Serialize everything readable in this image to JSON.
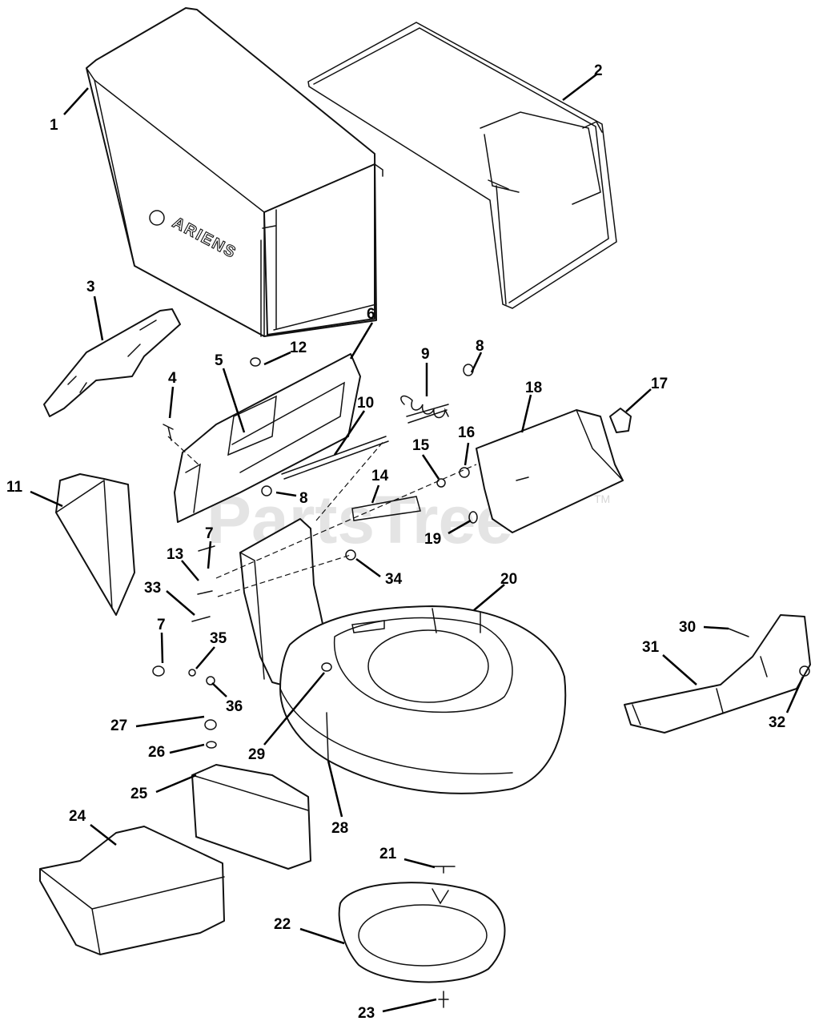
{
  "diagram": {
    "brand_text": "ARIENS",
    "watermark": "PartsTree",
    "watermark_tm": "TM",
    "callouts": [
      "1",
      "2",
      "3",
      "4",
      "5",
      "6",
      "7",
      "8",
      "9",
      "10",
      "11",
      "12",
      "13",
      "14",
      "15",
      "16",
      "17",
      "18",
      "19",
      "20",
      "21",
      "22",
      "23",
      "24",
      "25",
      "26",
      "27",
      "28",
      "29",
      "30",
      "31",
      "32",
      "33",
      "34",
      "35",
      "36"
    ],
    "callout_8_second": "8",
    "callout_7_second": "7"
  }
}
